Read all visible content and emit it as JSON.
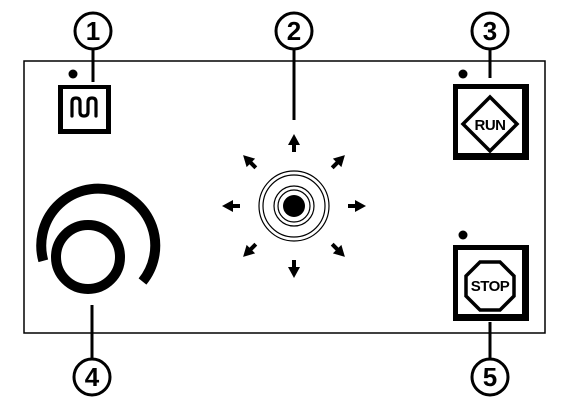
{
  "callouts": {
    "c1": "1",
    "c2": "2",
    "c3": "3",
    "c4": "4",
    "c5": "5"
  },
  "buttons": {
    "waveform": {
      "icon": "square-wave-icon"
    },
    "run": {
      "label": "RUN",
      "icon": "diamond-icon"
    },
    "stop": {
      "label": "STOP",
      "icon": "octagon-icon"
    }
  },
  "joystick": {
    "directions": [
      "up",
      "up-right",
      "right",
      "down-right",
      "down",
      "down-left",
      "left",
      "up-left"
    ],
    "icon": "arrow-icon"
  },
  "knob": {
    "icon": "rotary-knob-icon"
  },
  "colors": {
    "ink": "#000000",
    "paper": "#ffffff"
  }
}
